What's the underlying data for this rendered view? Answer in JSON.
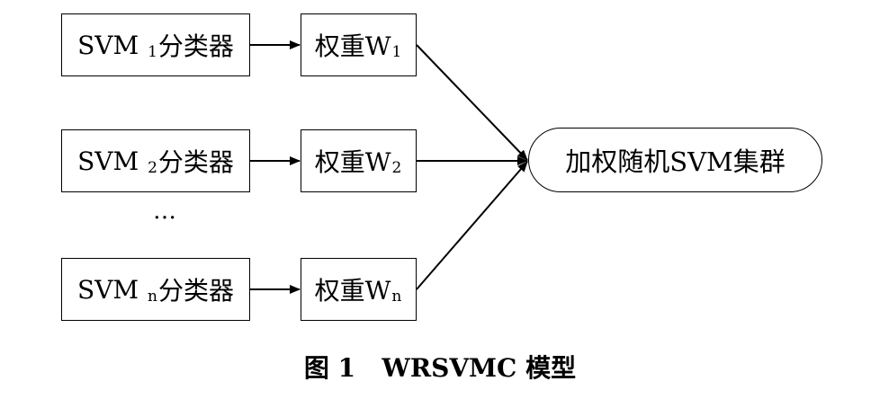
{
  "rows": [
    {
      "svm_prefix": "SVM ",
      "svm_sub": "1",
      "svm_suffix": "分类器",
      "w_prefix": "权重W",
      "w_sub": "1"
    },
    {
      "svm_prefix": "SVM ",
      "svm_sub": "2",
      "svm_suffix": "分类器",
      "w_prefix": "权重W",
      "w_sub": "2"
    },
    {
      "svm_prefix": "SVM ",
      "svm_sub": "n",
      "svm_suffix": "分类器",
      "w_prefix": "权重W",
      "w_sub": "n"
    }
  ],
  "ellipsis": "…",
  "cluster_label": "加权随机SVM集群",
  "caption": "图 1   WRSVMC 模型"
}
